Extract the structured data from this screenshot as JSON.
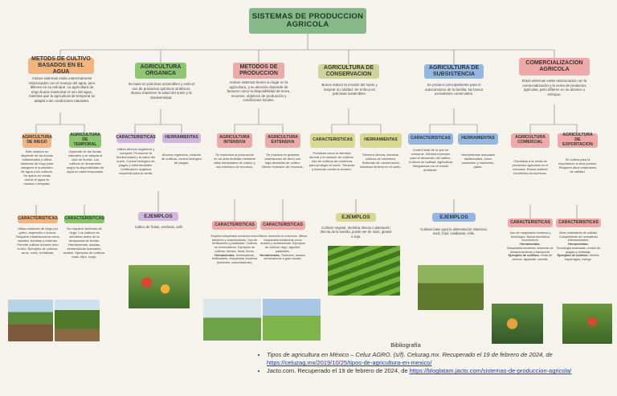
{
  "title": "SISTEMAS DE PRODUCCION AGRICOLA",
  "categories": [
    {
      "label": "METODS DE CULTIVO BASADOS EN EL AGUA",
      "desc": "Ambos sistemas están estrechamente relacionados con el manejo del agua, pero difieren en su enfoque. La agricultura de riego busca maximizar el uso del agua, mientras que la agricultura de temporal se adapta a las condiciones naturales."
    },
    {
      "label": "AGRICULTURA ORGANICA",
      "desc": "Se basa en prácticas sostenibles y evita el uso de productos químicos sintéticos. Busca mantener la salud del suelo y la biodiversidad."
    },
    {
      "label": "METODOS DE PRODUCCION",
      "desc": "Ambos sistemas tienen su lugar en la agricultura, y su elección depende de factores como la disponibilidad de tierra, recursos, objetivos de producción y condiciones locales."
    },
    {
      "label": "AGRICULTURA DE CONSERVACION",
      "desc": "Busca reducir la erosión del suelo y mejorar su calidad. Se enfoca en prácticas sostenibles."
    },
    {
      "label": "AGRICULTURA DE SUBSISTENCIA",
      "desc": "Se produce principalmente para el autoconsumo de la familia. No busca excedentes comerciales."
    },
    {
      "label": "COMERCIALIZACION AGRICOLA",
      "desc": "Estos sistemas están relacionados con la comercialización y la venta de productos agrícolas, pero difieren en su alcance y enfoque."
    }
  ],
  "subs": {
    "riego": {
      "label": "AGRICULTURA DE RIEGO",
      "desc": "Este sistema no depende de las lluvias estacionales y utiliza sistemas de riego para asegurar el suministro de agua a los cultivos. Se aplica en zonas donde el agua es escasa o irregular."
    },
    "temporal": {
      "label": "AGRICULTURA DE TEMPORAL",
      "desc": "Depende de las lluvias naturales y se adapta al ciclo de lluvias. Los cultivos se desarrollan según la disponibilidad de agua en cada temporada."
    },
    "caract_riego": {
      "label": "CARACTERISTICAS",
      "desc": "Utiliza sistemas de riego por goteo, aspersión o surcos. Requiere infraestructura como canales, bombas y tuberías. Permite cultivar durante todo el año. Ejemplos de cultivos: arroz, maíz, hortalizas."
    },
    "caract_temporal": {
      "label": "CARACTERISITCAS",
      "desc": "No requiere sistemas de riego. Los cultivos se siembran antes de la temporada de lluvias. Herramientas: azadas, sembradoras manuales, arados. Ejemplos de cultivos: maíz, frijol, sorgo."
    },
    "caract_org": {
      "label": "CARACTERISTICAS",
      "desc": "Utiliza abonos orgánicos y compost. Promueve la biodiversidad y la salud del suelo. Control biológico de plagas y enfermedades. Certificación orgánica requerida para la venta."
    },
    "herr_org": {
      "label": "HERRAMIENTAS",
      "desc": "Abonos orgánicos, rotación de cultivos, control biológico de plagas."
    },
    "ejemplos_org": {
      "label": "EJEMPLOS",
      "desc": "Cultivo de frutas, verduras, café."
    },
    "intensiva": {
      "label": "AGRICULTURA INTENSIVA",
      "desc": "Se maximiza la producción en un área limitada mediante altas densidades de cultivo y uso intensivo de recursos."
    },
    "extensiva": {
      "label": "AGRICULTURA EXTENSIVA",
      "desc": "Se practica en grandes extensiones de tierra con baja densidad de cultivo. Menor inversión de recursos."
    },
    "caract_int": {
      "label": "CARACTERISTICAS",
      "desc": "Emplea maquinaria moderna como tractores y cosechadoras. Uso de fertilizantes y pesticidas. Cultivos en invernaderos. Ejemplos de cultivos: tomate, fresa, flores.",
      "tools_label": "Herramientas:",
      "tools": "Invernaderos, fertilizantes, maquinaria moderna (tractores, cosechadoras)."
    },
    "caract_ext": {
      "label": "CARACTERISTICAS",
      "desc": "Menor inversión en insumos. Utiliza maquinaria tradicional como arados y sembradoras. Ejemplos de cultivos: trigo, algodón, pastizales.",
      "tools_label": "Herramientas:",
      "tools": "Tractores, arados, sembradoras a gran escala."
    },
    "caract_cons": {
      "label": "CARACTERISTICAS",
      "desc": "Prácticas como la siembra directa y la rotación de cultivos. Uso de cultivos de cobertura para proteger el suelo. Terrazas y barreras contra la erosión."
    },
    "herr_cons": {
      "label": "HERRAMIENTAS",
      "desc": "Siembra directa, terrazas, cultivos de cobertura. Sistemas de conservación labranza mínima en el suelo."
    },
    "ejemplos_cons": {
      "label": "EJEMPLOS",
      "desc": "Cultivos Vegetal. Siembra directa o plantación directa de la semilla, puede ser de maíz, girasol o soja."
    },
    "caract_sub": {
      "label": "CARACTERISTICAS",
      "desc": "Control total de lo que se consume. Mínima inversión para el desarrollo del cultivo. Cultivos de calidad. Agricultura integradora con el medio ambiente."
    },
    "herr_sub": {
      "label": "HERRAMIENTAS",
      "desc": "Herramientas manuales tradicionales, como azadones y machetes, palas."
    },
    "ejemplos_sub": {
      "label": "EJEMPLOS",
      "desc": "Cultivos base para la alimentación: Mazorca: maíz, frijol, calabazas, chile."
    },
    "comercial": {
      "label": "AGRICULTURA COMERCIAL",
      "desc": "Orientada a la venta de productos agrícolas en el mercado. Busca obtener beneficios económicos."
    },
    "exportacion": {
      "label": "AGRICULTURA DE EXPORTACION",
      "desc": "Se cultiva para la exportación a otros países. Requiere altos estándares de calidad."
    },
    "caract_com": {
      "label": "CARACTERISTICAS",
      "desc": "Uso de maquinaria moderna y tecnología. Busca beneficios económicos.",
      "tools_label": "Herramientas:",
      "tools": "Maquinaria moderna, sistemas de almacenamiento y transporte.",
      "ex_label": "Ejemplos de cultivos:",
      "ex": "venta de cítricos, aguacate, cebolla."
    },
    "caract_exp": {
      "label": "CARACTERISTICAS",
      "desc": "Altos estándares de calidad. Cumplimiento de normativas internacionales.",
      "tools_label": "Herramientas:",
      "tools": "Tecnología avanzada, control de plagas y embalaje.",
      "ex_label": "Ejemplos de cultivos:",
      "ex": "berries, espárragos, mango."
    }
  },
  "bibliography": {
    "heading": "Bibliografía",
    "items": [
      {
        "text": "Tipos de agricultura en México – Celuz AGRO. (s/f). Celuzag.mx. Recuperado el 19 de febrero de 2024, de ",
        "link": "https://celuzag.mx/2019/10/25/tipos-de-agricultura-en-mexico/"
      },
      {
        "text": "Jacto.com. Recuperado el 19 de febrero de 2024, de ",
        "link": "https://bloglatam.jacto.com/sistemas-de-produccion-agricola/"
      }
    ]
  }
}
